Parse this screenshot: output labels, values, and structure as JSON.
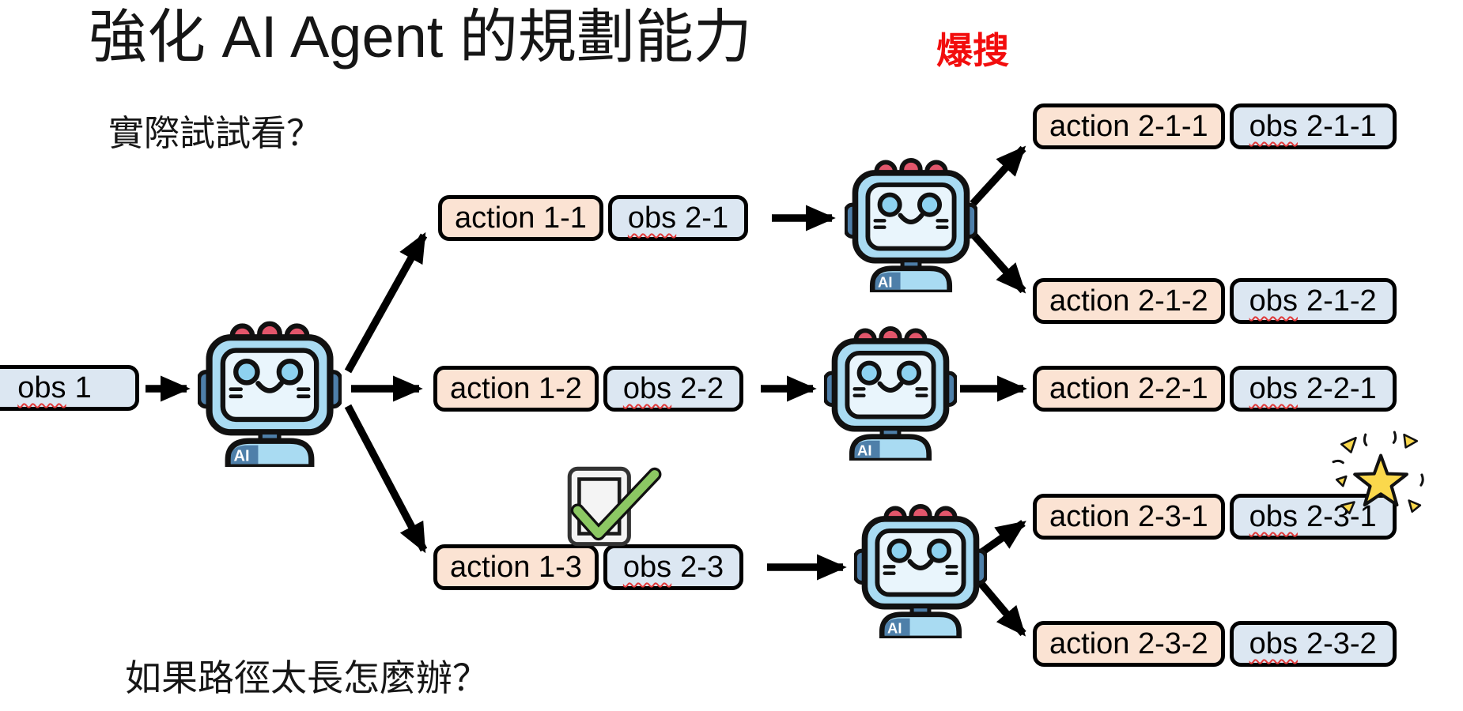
{
  "slide": {
    "title": "強化 AI Agent 的規劃能力",
    "tag": "爆搜",
    "question_top": "實際試試看？",
    "question_bottom": "如果路徑太長怎麼辦？"
  },
  "robot": {
    "label": "AI"
  },
  "icons": {
    "robot": "ai-robot",
    "checkbox": "checked-checkbox",
    "star": "sparkle-star"
  },
  "colors": {
    "action_fill": "#FBE3D3",
    "obs_fill": "#DCE7F2",
    "node_border": "#000000",
    "tag_red": "#F20D0D",
    "arrow": "#000000",
    "spellcheck_red": "#E03A3A",
    "check_green": "#8CC863",
    "star_yellow": "#FAD84C"
  },
  "nodes": {
    "obs_1": {
      "word": "obs",
      "rest": "1"
    },
    "action_1_1": {
      "label": "action 1-1"
    },
    "obs_2_1": {
      "word": "obs",
      "rest": "2-1"
    },
    "action_1_2": {
      "label": "action 1-2"
    },
    "obs_2_2": {
      "word": "obs",
      "rest": "2-2"
    },
    "action_1_3": {
      "label": "action 1-3"
    },
    "obs_2_3": {
      "word": "obs",
      "rest": "2-3"
    },
    "action_2_1_1": {
      "label": "action 2-1-1"
    },
    "obs_2_1_1": {
      "word": "obs",
      "rest": "2-1-1"
    },
    "action_2_1_2": {
      "label": "action 2-1-2"
    },
    "obs_2_1_2": {
      "word": "obs",
      "rest": "2-1-2"
    },
    "action_2_2_1": {
      "label": "action 2-2-1"
    },
    "obs_2_2_1": {
      "word": "obs",
      "rest": "2-2-1"
    },
    "action_2_3_1": {
      "label": "action 2-3-1"
    },
    "obs_2_3_1": {
      "word": "obs",
      "rest": "2-3-1"
    },
    "action_2_3_2": {
      "label": "action 2-3-2"
    },
    "obs_2_3_2": {
      "word": "obs",
      "rest": "2-3-2"
    }
  }
}
